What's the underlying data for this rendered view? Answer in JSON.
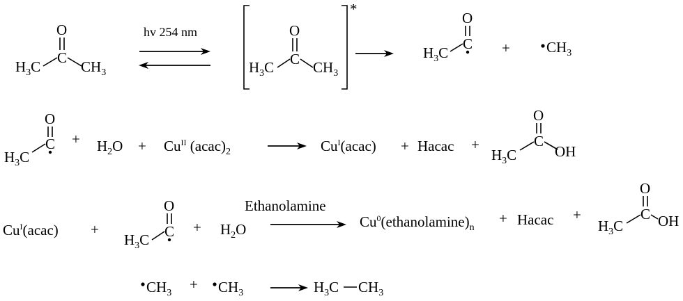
{
  "reactions": [
    {
      "id": "photolysis",
      "condition": "hv 254 nm",
      "reactant": {
        "left_group": "H3C",
        "center": "C",
        "right_group": "CH3",
        "oxygen": "O"
      },
      "excited_marker": "*",
      "excited": {
        "left_group": "H3C",
        "center": "C",
        "right_group": "CH3",
        "oxygen": "O"
      },
      "products": [
        {
          "left_group": "H3C",
          "center": "C",
          "oxygen": "O"
        },
        "+",
        "•CH3"
      ]
    },
    {
      "id": "reduction_cu2",
      "reactants": [
        {
          "left_group": "H3C",
          "center": "C",
          "oxygen": "O"
        },
        "+",
        "H2O",
        "+",
        "CuII (acac)2"
      ],
      "products": [
        "CuI(acac)",
        "+",
        "Hacac",
        "+",
        {
          "left_group": "H3C",
          "center": "C",
          "oxygen": "O",
          "right_group": "OH"
        }
      ]
    },
    {
      "id": "reduction_cu1",
      "condition": "Ethanolamine",
      "reactants": [
        "CuI(acac)",
        "+",
        {
          "left_group": "H3C",
          "center": "C",
          "oxygen": "O"
        },
        "+",
        "H2O"
      ],
      "products": [
        "Cu0(ethanolamine)n",
        "+",
        "Hacac",
        "+",
        {
          "left_group": "H3C",
          "center": "C",
          "oxygen": "O",
          "right_group": "OH"
        }
      ]
    },
    {
      "id": "recombination",
      "reactants": [
        "•CH3",
        "+",
        "•CH3"
      ],
      "products": [
        "H3C—CH3"
      ]
    }
  ],
  "text": {
    "O": "O",
    "C": "C",
    "H": "H",
    "CH": "CH",
    "Cu": "Cu",
    "plus": "+",
    "star": "*",
    "hv": "hv 254 nm",
    "ethanolamine": "Ethanolamine",
    "OH": "OH",
    "Hacac": "Hacac",
    "acac": "(acac)",
    "acac_sp": " (acac)",
    "ethanolamine_ligand": "(ethanolamine)",
    "O_water": "O",
    "radical_dot": "•",
    "sub_3": "3",
    "sub_2": "2",
    "sub_n": "n",
    "sup_I": "I",
    "sup_II": "II",
    "sup_0": "0"
  }
}
